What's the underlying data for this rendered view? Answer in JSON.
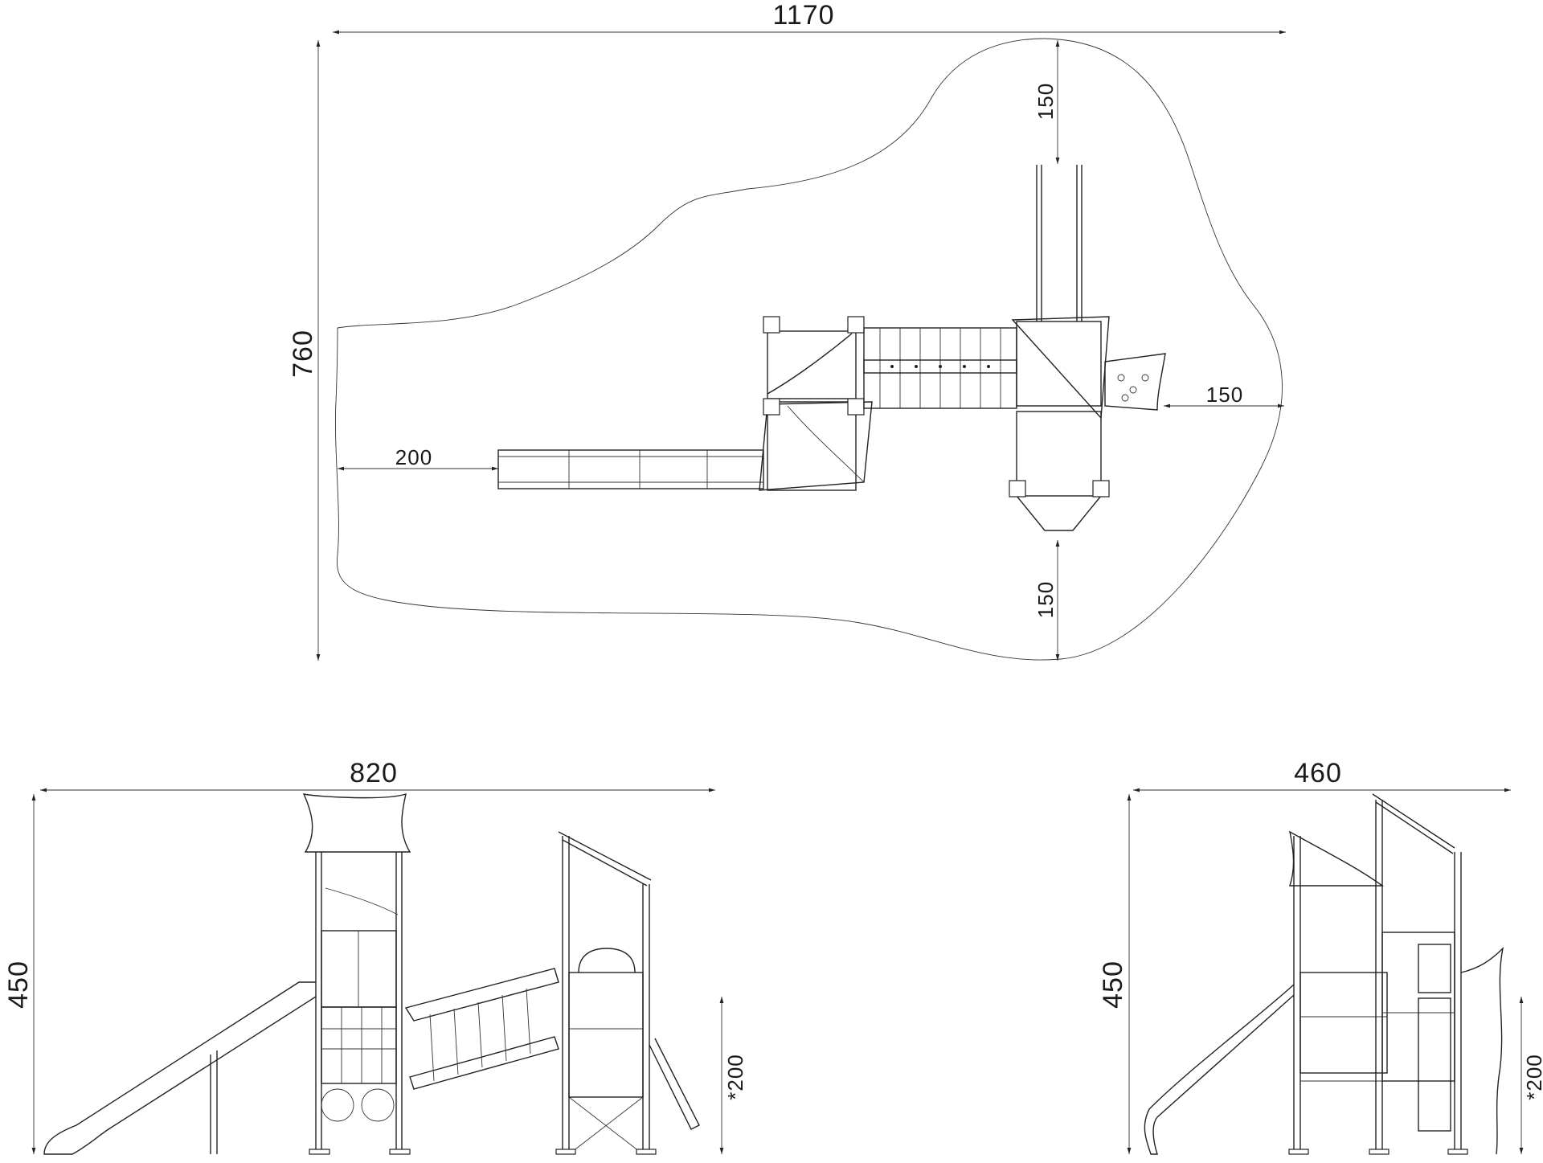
{
  "plan": {
    "width_label": "1170",
    "height_label": "760",
    "left_clearance_label": "200",
    "right_clearance_label": "150",
    "top_clearance_label": "150",
    "bottom_clearance_label": "150"
  },
  "front_view": {
    "width_label": "820",
    "height_label": "450",
    "fall_height_label": "*200"
  },
  "side_view": {
    "width_label": "460",
    "height_label": "450",
    "fall_height_label": "*200"
  }
}
